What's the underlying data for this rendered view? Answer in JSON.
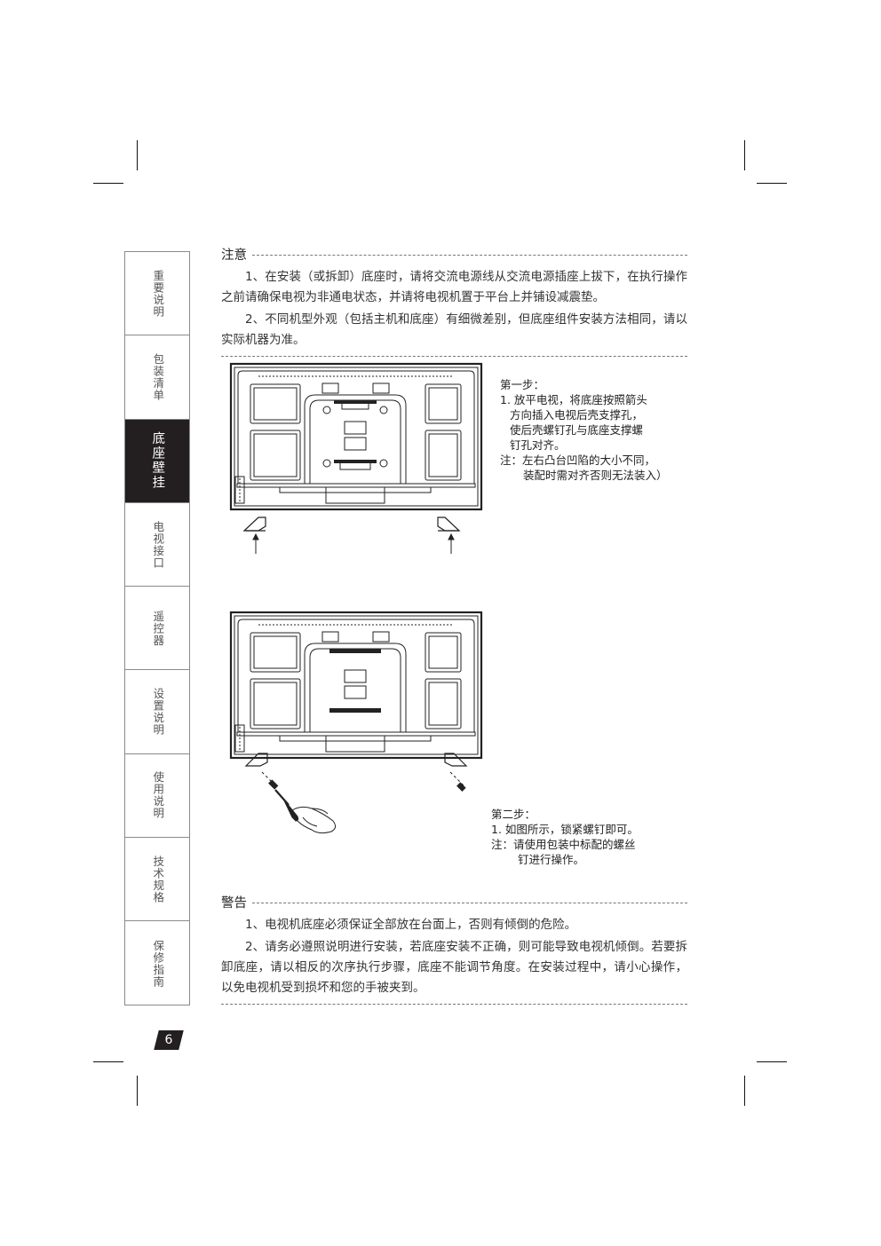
{
  "sidebar": {
    "tabs": [
      {
        "label": "重要说明",
        "active": false
      },
      {
        "label": "包装清单",
        "active": false
      },
      {
        "label": "底座壁挂",
        "active": true
      },
      {
        "label": "电视接口",
        "active": false
      },
      {
        "label": "遥控器",
        "active": false
      },
      {
        "label": "设置说明",
        "active": false
      },
      {
        "label": "使用说明",
        "active": false
      },
      {
        "label": "技术规格",
        "active": false
      },
      {
        "label": "保修指南",
        "active": false
      }
    ]
  },
  "caution": {
    "title": "注意",
    "paragraphs": [
      "1、在安装（或拆卸）底座时，请将交流电源线从交流电源插座上拔下，在执行操作之前请确保电视为非通电状态，并请将电视机置于平台上并铺设减震垫。",
      "2、不同机型外观（包括主机和底座）有细微差别，但底座组件安装方法相同，请以实际机器为准。"
    ]
  },
  "step1": {
    "title": "第一步：",
    "lines": [
      "1. 放平电视，将底座按照箭头",
      "方向插入电视后壳支撑孔，",
      "使后壳螺钉孔与底座支撑螺",
      "钉孔对齐。"
    ],
    "note_lines": [
      "注：左右凸台凹陷的大小不同，",
      "装配时需对齐否则无法装入）"
    ]
  },
  "step2": {
    "title": "第二步：",
    "lines": [
      "1. 如图所示，锁紧螺钉即可。"
    ],
    "note_lines": [
      "注：请使用包装中标配的螺丝",
      "钉进行操作。"
    ]
  },
  "warning": {
    "title": "警告",
    "paragraphs": [
      "1、电视机底座必须保证全部放在台面上，否则有倾倒的危险。",
      "2、请务必遵照说明进行安装，若底座安装不正确，则可能导致电视机倾倒。若要拆卸底座，请以相反的次序执行步骤，底座不能调节角度。在安装过程中，请小心操作，以免电视机受到损坏和您的手被夹到。"
    ]
  },
  "page_number": "6"
}
